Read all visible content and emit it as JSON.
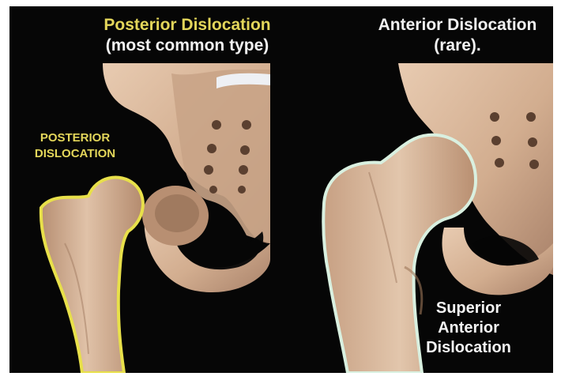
{
  "left_panel": {
    "title": "Posterior Dislocation",
    "subtitle": "(most common type)",
    "label_line1": "POSTERIOR",
    "label_line2": "DISLOCATION"
  },
  "right_panel": {
    "title": "Anterior Dislocation",
    "subtitle": "(rare).",
    "label_line1": "Superior",
    "label_line2": "Anterior",
    "label_line3": "Dislocation"
  },
  "colors": {
    "background": "#060606",
    "bone": "#d9b79a",
    "bone_shadow": "#a98366",
    "posterior_outline": "#e8e04a",
    "anterior_outline": "#d9f0e0",
    "title_accent": "#e3d65a"
  }
}
